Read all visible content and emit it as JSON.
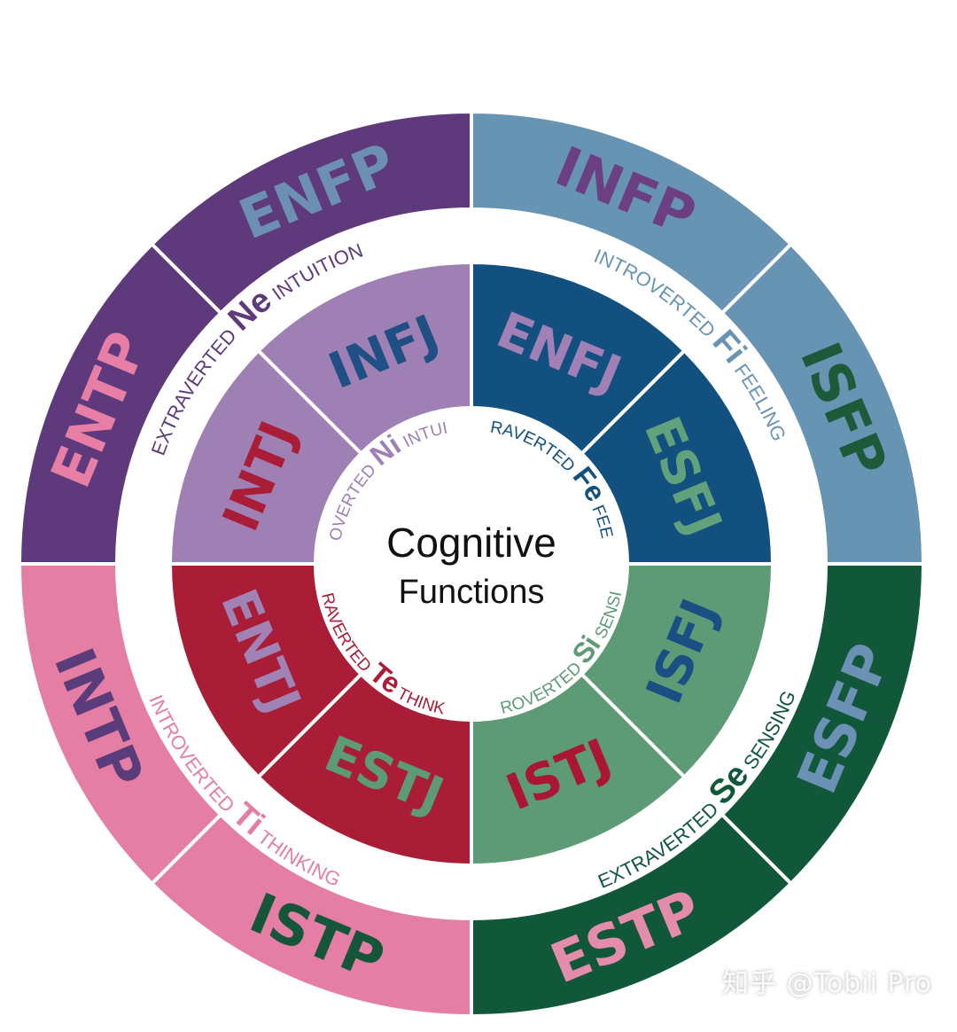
{
  "center": {
    "line1": "Cognitive",
    "line2": "Functions"
  },
  "outer_types": [
    {
      "key": "enfp",
      "label": "ENFP",
      "fill": "#5e3a7c",
      "text": "#6e8fb4"
    },
    {
      "key": "infp",
      "label": "INFP",
      "fill": "#6894b4",
      "text": "#6b3f82"
    },
    {
      "key": "isfp",
      "label": "ISFP",
      "fill": "#6894b4",
      "text": "#1c5a3a"
    },
    {
      "key": "esfp",
      "label": "ESFP",
      "fill": "#11573a",
      "text": "#6b91b4"
    },
    {
      "key": "estp",
      "label": "ESTP",
      "fill": "#11573a",
      "text": "#e48cab"
    },
    {
      "key": "istp",
      "label": "ISTP",
      "fill": "#e57ea4",
      "text": "#15563b"
    },
    {
      "key": "intp",
      "label": "INTP",
      "fill": "#e57ea4",
      "text": "#5a3c7a"
    },
    {
      "key": "entp",
      "label": "ENTP",
      "fill": "#5e3a7c",
      "text": "#e67ea5"
    }
  ],
  "inner_types": [
    {
      "key": "infj",
      "label": "INFJ",
      "fill": "#9e80b5",
      "text": "#1f4f83"
    },
    {
      "key": "enfj",
      "label": "ENFJ",
      "fill": "#12507f",
      "text": "#a180b6"
    },
    {
      "key": "esfj",
      "label": "ESFJ",
      "fill": "#12507f",
      "text": "#61a17c"
    },
    {
      "key": "isfj",
      "label": "ISFJ",
      "fill": "#5d9a76",
      "text": "#1a4f84"
    },
    {
      "key": "istj",
      "label": "ISTJ",
      "fill": "#5d9a76",
      "text": "#ab1635"
    },
    {
      "key": "estj",
      "label": "ESTJ",
      "fill": "#a91d37",
      "text": "#5d9a76"
    },
    {
      "key": "entj",
      "label": "ENTJ",
      "fill": "#a91d37",
      "text": "#a082b5"
    },
    {
      "key": "intj",
      "label": "INTJ",
      "fill": "#9e80b5",
      "text": "#a91d37"
    }
  ],
  "outer_functions": [
    {
      "key": "ne",
      "prefix": "EXTRAVERTED",
      "code": "Ne",
      "suffix": "INTUITION",
      "color": "#5e3a7c"
    },
    {
      "key": "fi",
      "prefix": "INTROVERTED",
      "code": "Fi",
      "suffix": "FEELING",
      "color": "#6894b4"
    },
    {
      "key": "se",
      "prefix": "EXTRAVERTED",
      "code": "Se",
      "suffix": "SENSING",
      "color": "#11573a"
    },
    {
      "key": "ti",
      "prefix": "INTROVERTED",
      "code": "Ti",
      "suffix": "THINKING",
      "color": "#e57ea4"
    }
  ],
  "inner_functions": [
    {
      "key": "ni",
      "prefix": "INTROVERTED",
      "code": "Ni",
      "suffix": "INTUITION",
      "color": "#9e80b5"
    },
    {
      "key": "fe",
      "prefix": "EXTRAVERTED",
      "code": "Fe",
      "suffix": "FEELING",
      "color": "#12507f"
    },
    {
      "key": "si",
      "prefix": "INTROVERTED",
      "code": "Si",
      "suffix": "SENSING",
      "color": "#5d9a76"
    },
    {
      "key": "te",
      "prefix": "EXTRAVERTED",
      "code": "Te",
      "suffix": "THINKING",
      "color": "#a91d37"
    }
  ],
  "watermark": "知乎 @Tobii Pro"
}
